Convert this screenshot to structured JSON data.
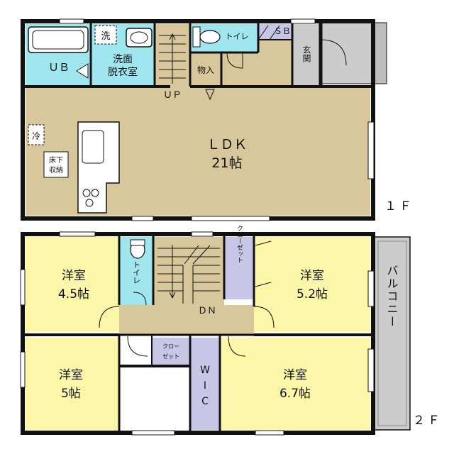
{
  "colors": {
    "ldk": "#d8c79b",
    "room": "#fbf6a8",
    "wet": "#9fe6ee",
    "storage": "#c7c6e6",
    "entrance": "#cccccc",
    "wall": "#111111"
  },
  "floor1": {
    "label": "１Ｆ",
    "ldk": {
      "line1": "ＬＤＫ",
      "line2": "21帖"
    },
    "ub": "ＵＢ",
    "sink_tag": "洗",
    "washroom": {
      "line1": "洗面",
      "line2": "脱衣室"
    },
    "up": "ＵＰ",
    "toilet": "トイレ",
    "storage": "物入",
    "sb": "ＳＢ",
    "entrance": "玄関",
    "fridge_tag": "冷",
    "underfloor": {
      "line1": "床下",
      "line2": "収納"
    }
  },
  "floor2": {
    "label": "２Ｆ",
    "room_a": {
      "line1": "洋室",
      "line2": "4.5帖"
    },
    "room_b": {
      "line1": "洋室",
      "line2": "5.2帖"
    },
    "room_c": {
      "line1": "洋室",
      "line2": "5帖"
    },
    "room_d": {
      "line1": "洋室",
      "line2": "6.7帖"
    },
    "toilet": "トイレ",
    "closet": "クローゼット",
    "closet_small": {
      "line1": "クロー",
      "line2": "ゼット"
    },
    "dn": "ＤＮ",
    "wic": [
      "W",
      "I",
      "C"
    ],
    "balcony": "バルコニー"
  }
}
